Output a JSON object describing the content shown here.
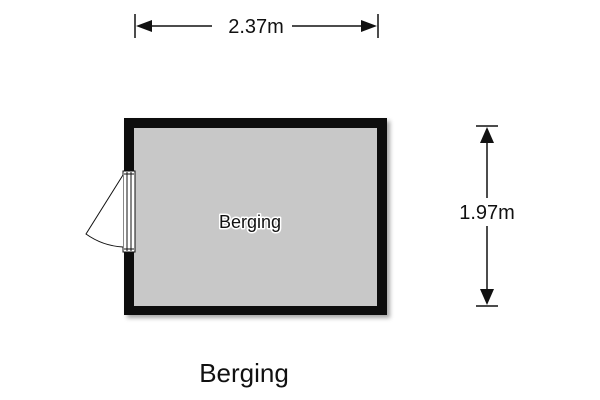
{
  "plan": {
    "room_name": "Berging",
    "width_label": "2.37m",
    "height_label": "1.97m",
    "caption": "Berging"
  },
  "colors": {
    "wall": "#111111",
    "floor": "#c8c8c8",
    "door": "#ffffff",
    "line": "#111111"
  }
}
